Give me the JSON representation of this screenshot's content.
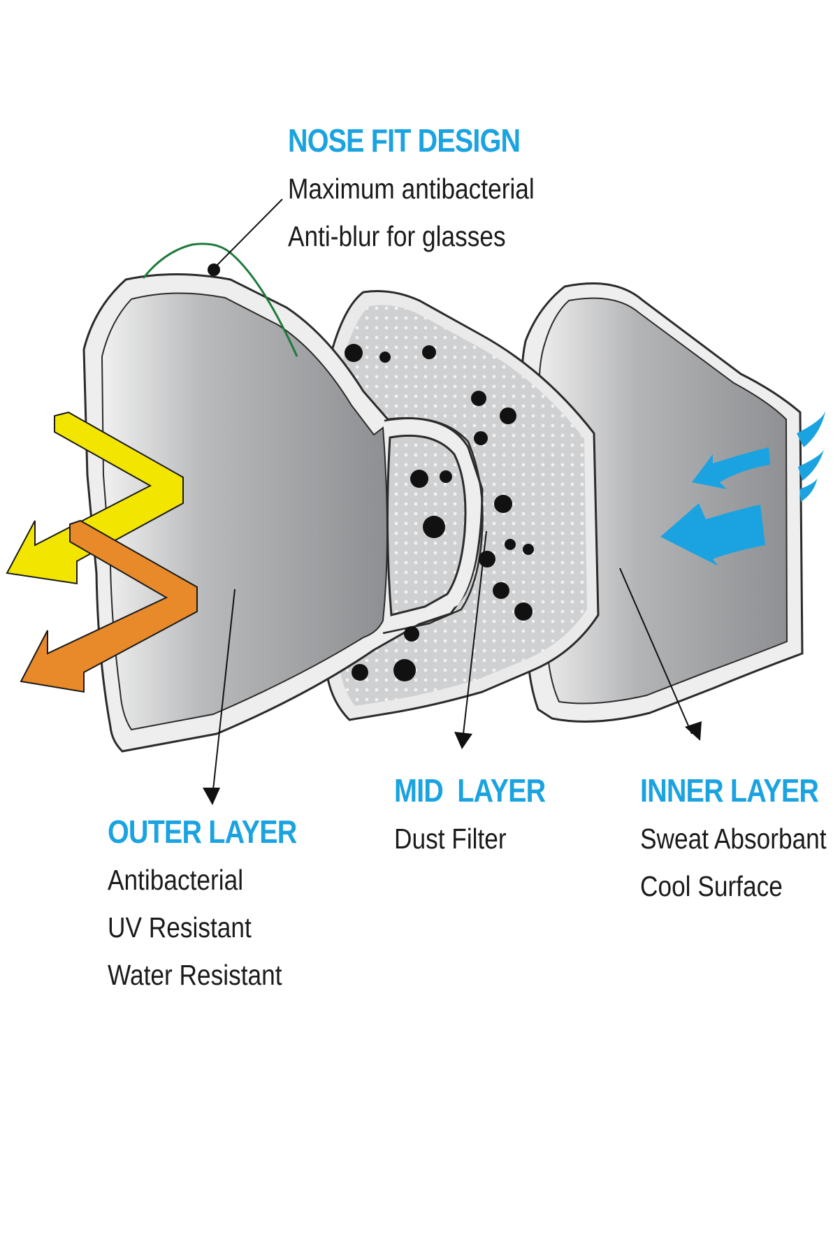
{
  "colors": {
    "accent_heading": "#1aa3e0",
    "mask_fill": "#9a9b9e",
    "mask_border": "#e8e8e8",
    "mid_layer_fill": "#cfd0d2",
    "outline": "#2b2b2b",
    "nose_wire": "#1e7a3a",
    "arrow_yellow": "#f2e600",
    "arrow_orange": "#e8892a",
    "arrow_blue": "#1aa3e0",
    "dust": "#111111"
  },
  "icons": {
    "nose": "nose-wire-icon",
    "yellow_arrow": "uv-arrow-icon",
    "orange_arrow": "water-arrow-icon",
    "blue_arrows": "airflow-arrow-icon"
  },
  "nose_fit": {
    "title": "NOSE FIT DESIGN",
    "lines": [
      "Maximum antibacterial",
      "Anti-blur for glasses"
    ]
  },
  "outer_layer": {
    "title": "OUTER LAYER",
    "lines": [
      "Antibacterial",
      "UV Resistant",
      "Water Resistant"
    ]
  },
  "mid_layer": {
    "title": "MID  LAYER",
    "lines": [
      "Dust Filter"
    ]
  },
  "inner_layer": {
    "title": "INNER LAYER",
    "lines": [
      "Sweat Absorbant",
      "Cool Surface"
    ]
  }
}
